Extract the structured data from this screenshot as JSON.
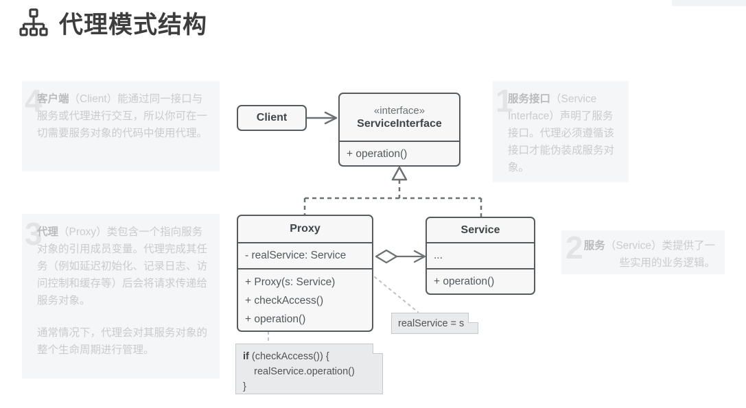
{
  "header": {
    "icon": "sitemap-icon",
    "title": "代理模式结构"
  },
  "annotations": [
    {
      "number": "4",
      "id": "client",
      "paragraphs": [
        {
          "bold": "客户端",
          "rest": "（Client）能通过同一接口与服务或代理进行交互，所以你可在一切需要服务对象的代码中使用代理。"
        }
      ]
    },
    {
      "number": "3",
      "id": "proxy",
      "paragraphs": [
        {
          "bold": "代理",
          "rest": "（Proxy）类包含一个指向服务对象的引用成员变量。代理完成其任务（例如延迟初始化、记录日志、访问控制和缓存等）后会将请求传递给服务对象。"
        },
        {
          "bold": "",
          "rest": "通常情况下，代理会对其服务对象的整个生命周期进行管理。"
        }
      ]
    },
    {
      "number": "1",
      "id": "service-interface",
      "paragraphs": [
        {
          "bold": "服务接口",
          "rest": "（Service Interface）声明了服务接口。代理必须遵循该接口才能伪装成服务对象。"
        }
      ]
    },
    {
      "number": "2",
      "id": "service",
      "paragraphs": [
        {
          "bold": "服务",
          "rest": "（Service）类提供了一些实用的业务逻辑。"
        }
      ]
    }
  ],
  "diagram": {
    "classes": {
      "client": {
        "name": "Client"
      },
      "service_interface": {
        "stereotype": "«interface»",
        "name": "ServiceInterface",
        "operations": [
          "+ operation()"
        ]
      },
      "proxy": {
        "name": "Proxy",
        "attributes": [
          "- realService: Service"
        ],
        "operations": [
          "+ Proxy(s: Service)",
          "+ checkAccess()",
          "+ operation()"
        ]
      },
      "service": {
        "name": "Service",
        "attributes": [
          "..."
        ],
        "operations": [
          "+ operation()"
        ]
      }
    },
    "notes": {
      "assignment": "realService = s",
      "code_line1_bold": "if",
      "code_line1_rest": " (checkAccess()) {",
      "code_line2": "    realService.operation()",
      "code_line3": "}"
    },
    "colors": {
      "box_border": "#555a5e",
      "box_fill": "#f7f7f7",
      "connector": "#6b7073",
      "note_fill": "#e9eaeb",
      "note_border": "#c6c8ca",
      "panel_fill": "#f5f6f7",
      "panel_text": "#c9cbcd"
    }
  }
}
